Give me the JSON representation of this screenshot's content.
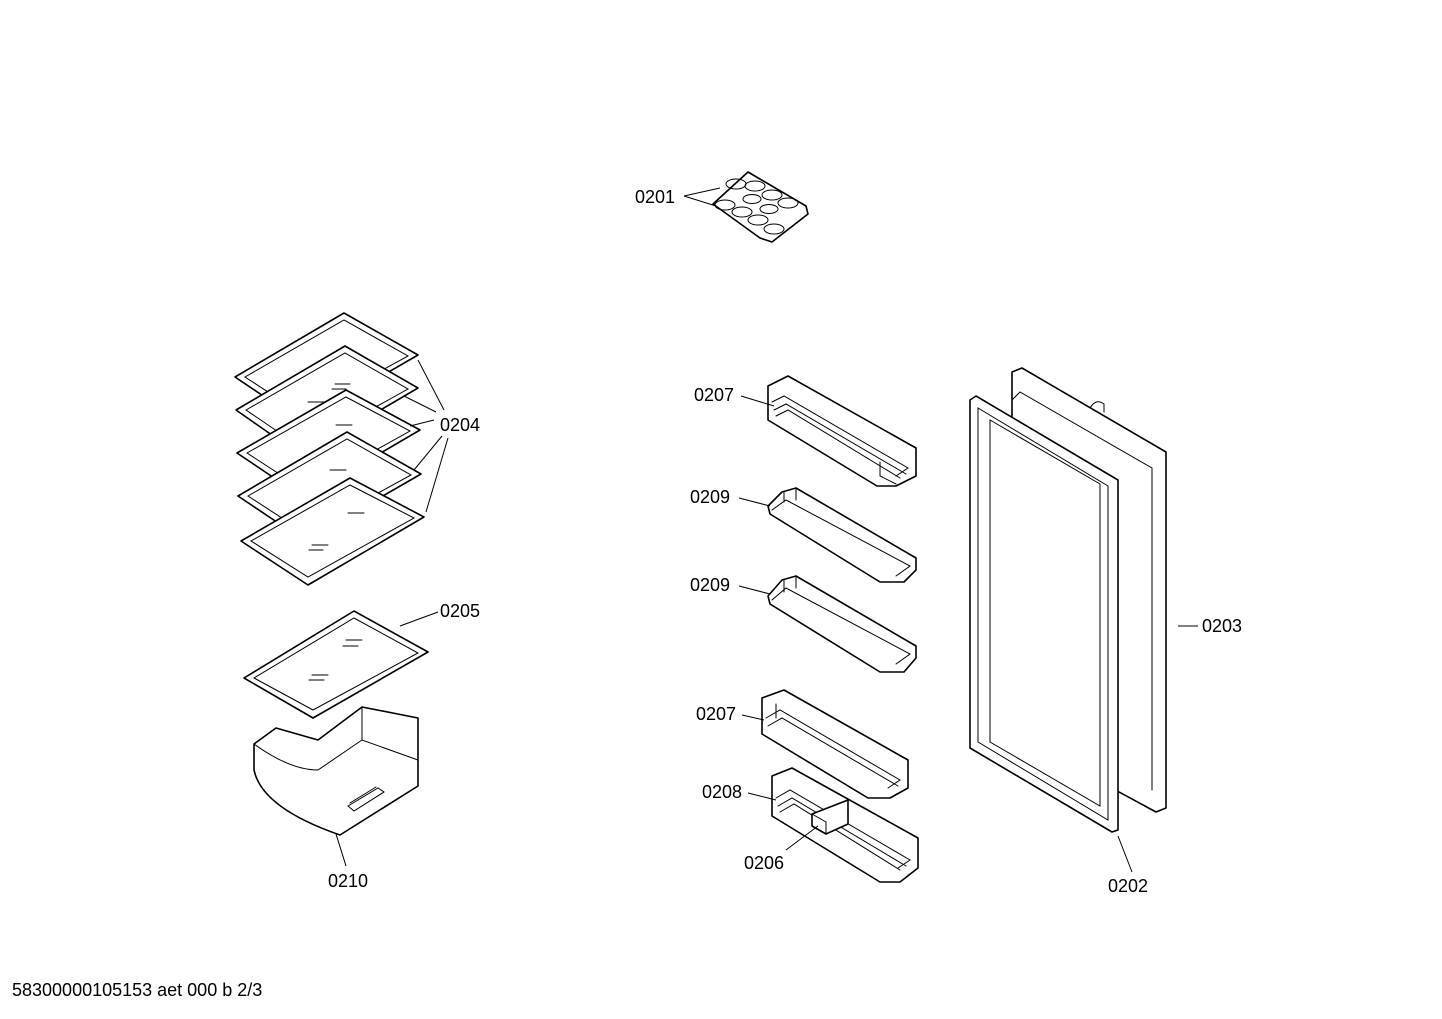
{
  "labels": {
    "p0201": "0201",
    "p0202": "0202",
    "p0203": "0203",
    "p0204": "0204",
    "p0205": "0205",
    "p0206": "0206",
    "p0207a": "0207",
    "p0207b": "0207",
    "p0208": "0208",
    "p0209a": "0209",
    "p0209b": "0209",
    "p0210": "0210"
  },
  "footer": "58300000105153 aet 000 b 2/3"
}
